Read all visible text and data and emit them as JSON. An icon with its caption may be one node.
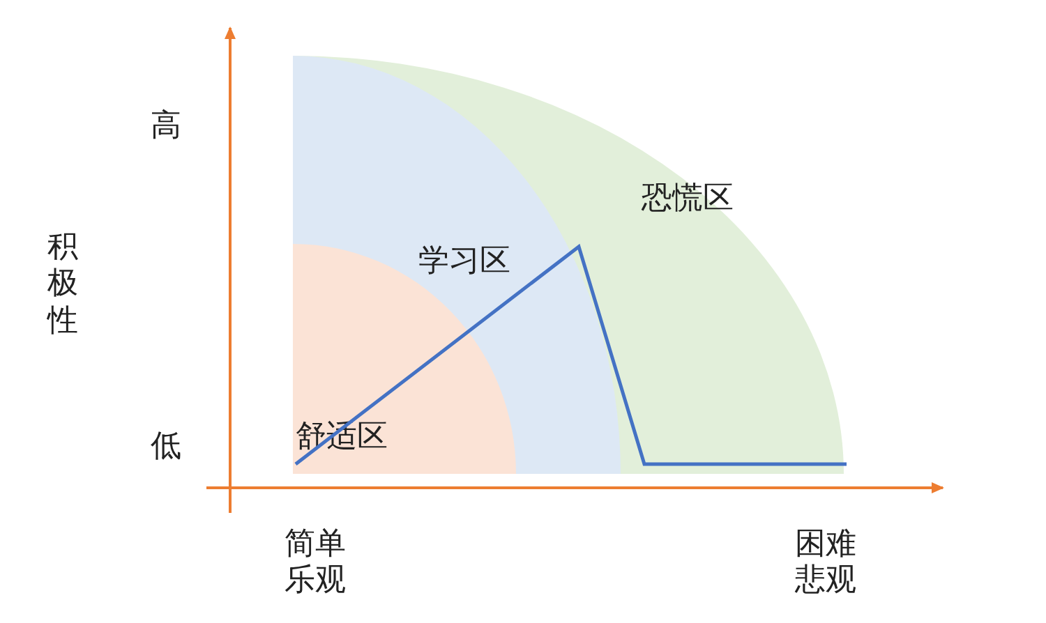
{
  "diagram": {
    "nodes": [
      {
        "text": [
          "恐慌区"
        ]
      },
      {
        "text": [
          "学习区"
        ],
        "in": 0
      },
      {
        "text": [
          "舒适区"
        ],
        "in": 1
      }
    ],
    "labels": [
      "高",
      "积极性",
      "低",
      "简单乐观",
      "困难悲观"
    ]
  }
}
